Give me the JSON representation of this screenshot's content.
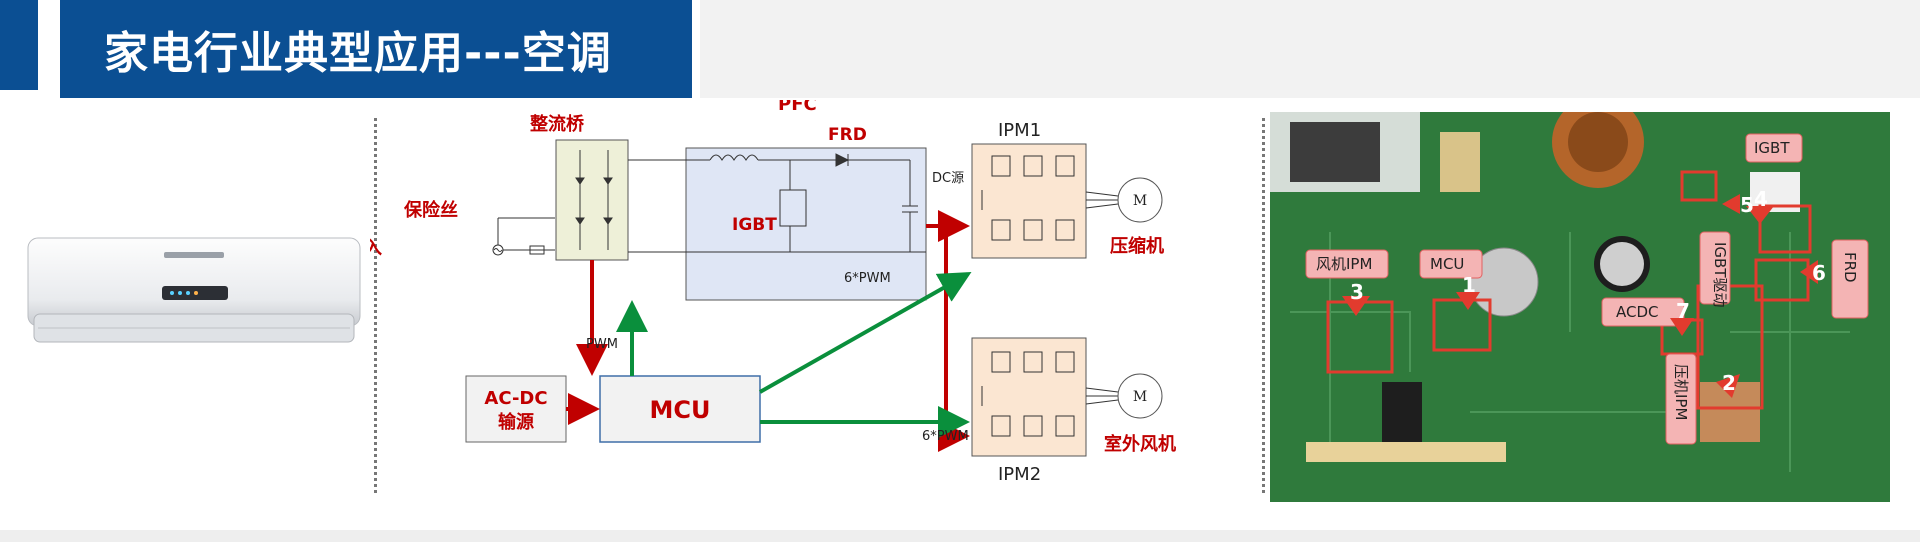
{
  "page": {
    "title": "家电行业典型应用---空调"
  },
  "colors": {
    "brand_blue": "#0b4f93",
    "label_red": "#c00000",
    "arrow_red": "#c00000",
    "arrow_green": "#0a8f3c"
  },
  "diagram": {
    "labels": {
      "ac_input": "交流输入",
      "fuse": "保险丝",
      "rectifier": "整流桥",
      "pfc": "PFC",
      "frd": "FRD",
      "igbt": "IGBT",
      "dc_source": "DC源",
      "ipm1": "IPM1",
      "ipm2": "IPM2",
      "compressor": "压缩机",
      "outdoor_fan": "室外风机",
      "motor": "M",
      "pwm": "PWM",
      "pwm6_top": "6*PWM",
      "pwm6_bottom": "6*PWM",
      "acdc_line1": "AC-DC",
      "acdc_line2": "输源",
      "mcu": "MCU"
    }
  },
  "pcb": {
    "callouts": [
      {
        "num": "1",
        "label": "MCU"
      },
      {
        "num": "2",
        "label": "压机IPM"
      },
      {
        "num": "3",
        "label": "风机IPM"
      },
      {
        "num": "4",
        "label": "IGBT"
      },
      {
        "num": "5",
        "label": "IGBT驱动"
      },
      {
        "num": "6",
        "label": "FRD"
      },
      {
        "num": "7",
        "label": "ACDC"
      }
    ]
  }
}
